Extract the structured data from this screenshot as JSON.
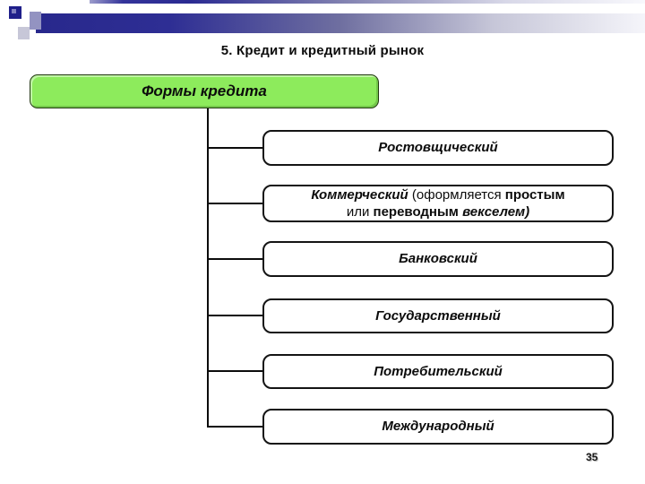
{
  "slide": {
    "title": "5. Кредит и кредитный рынок",
    "page_number": "35"
  },
  "diagram": {
    "root_label": "Формы кредита",
    "branches": [
      {
        "label": "Ростовщический"
      },
      {
        "label_segments": [
          {
            "text": "Коммерческий ",
            "style": "bold-italic"
          },
          {
            "text": "(оформляется ",
            "style": "regular"
          },
          {
            "text": "простым",
            "style": "bold"
          },
          {
            "text": "или ",
            "style": "regular"
          },
          {
            "text": "переводным ",
            "style": "bold"
          },
          {
            "text": "векселем)",
            "style": "bold-italic"
          }
        ]
      },
      {
        "label": "Банковский"
      },
      {
        "label": "Государственный"
      },
      {
        "label": "Потребительский"
      },
      {
        "label": "Международный"
      }
    ]
  },
  "colors": {
    "root_box_fill": "#8deb5c",
    "banner_navy": "#28288c",
    "banner_square_navy": "#1f1f8a",
    "banner_square_medium": "#9393c1",
    "banner_square_light": "#c7c7d8",
    "line_color": "#0c0c0c"
  }
}
